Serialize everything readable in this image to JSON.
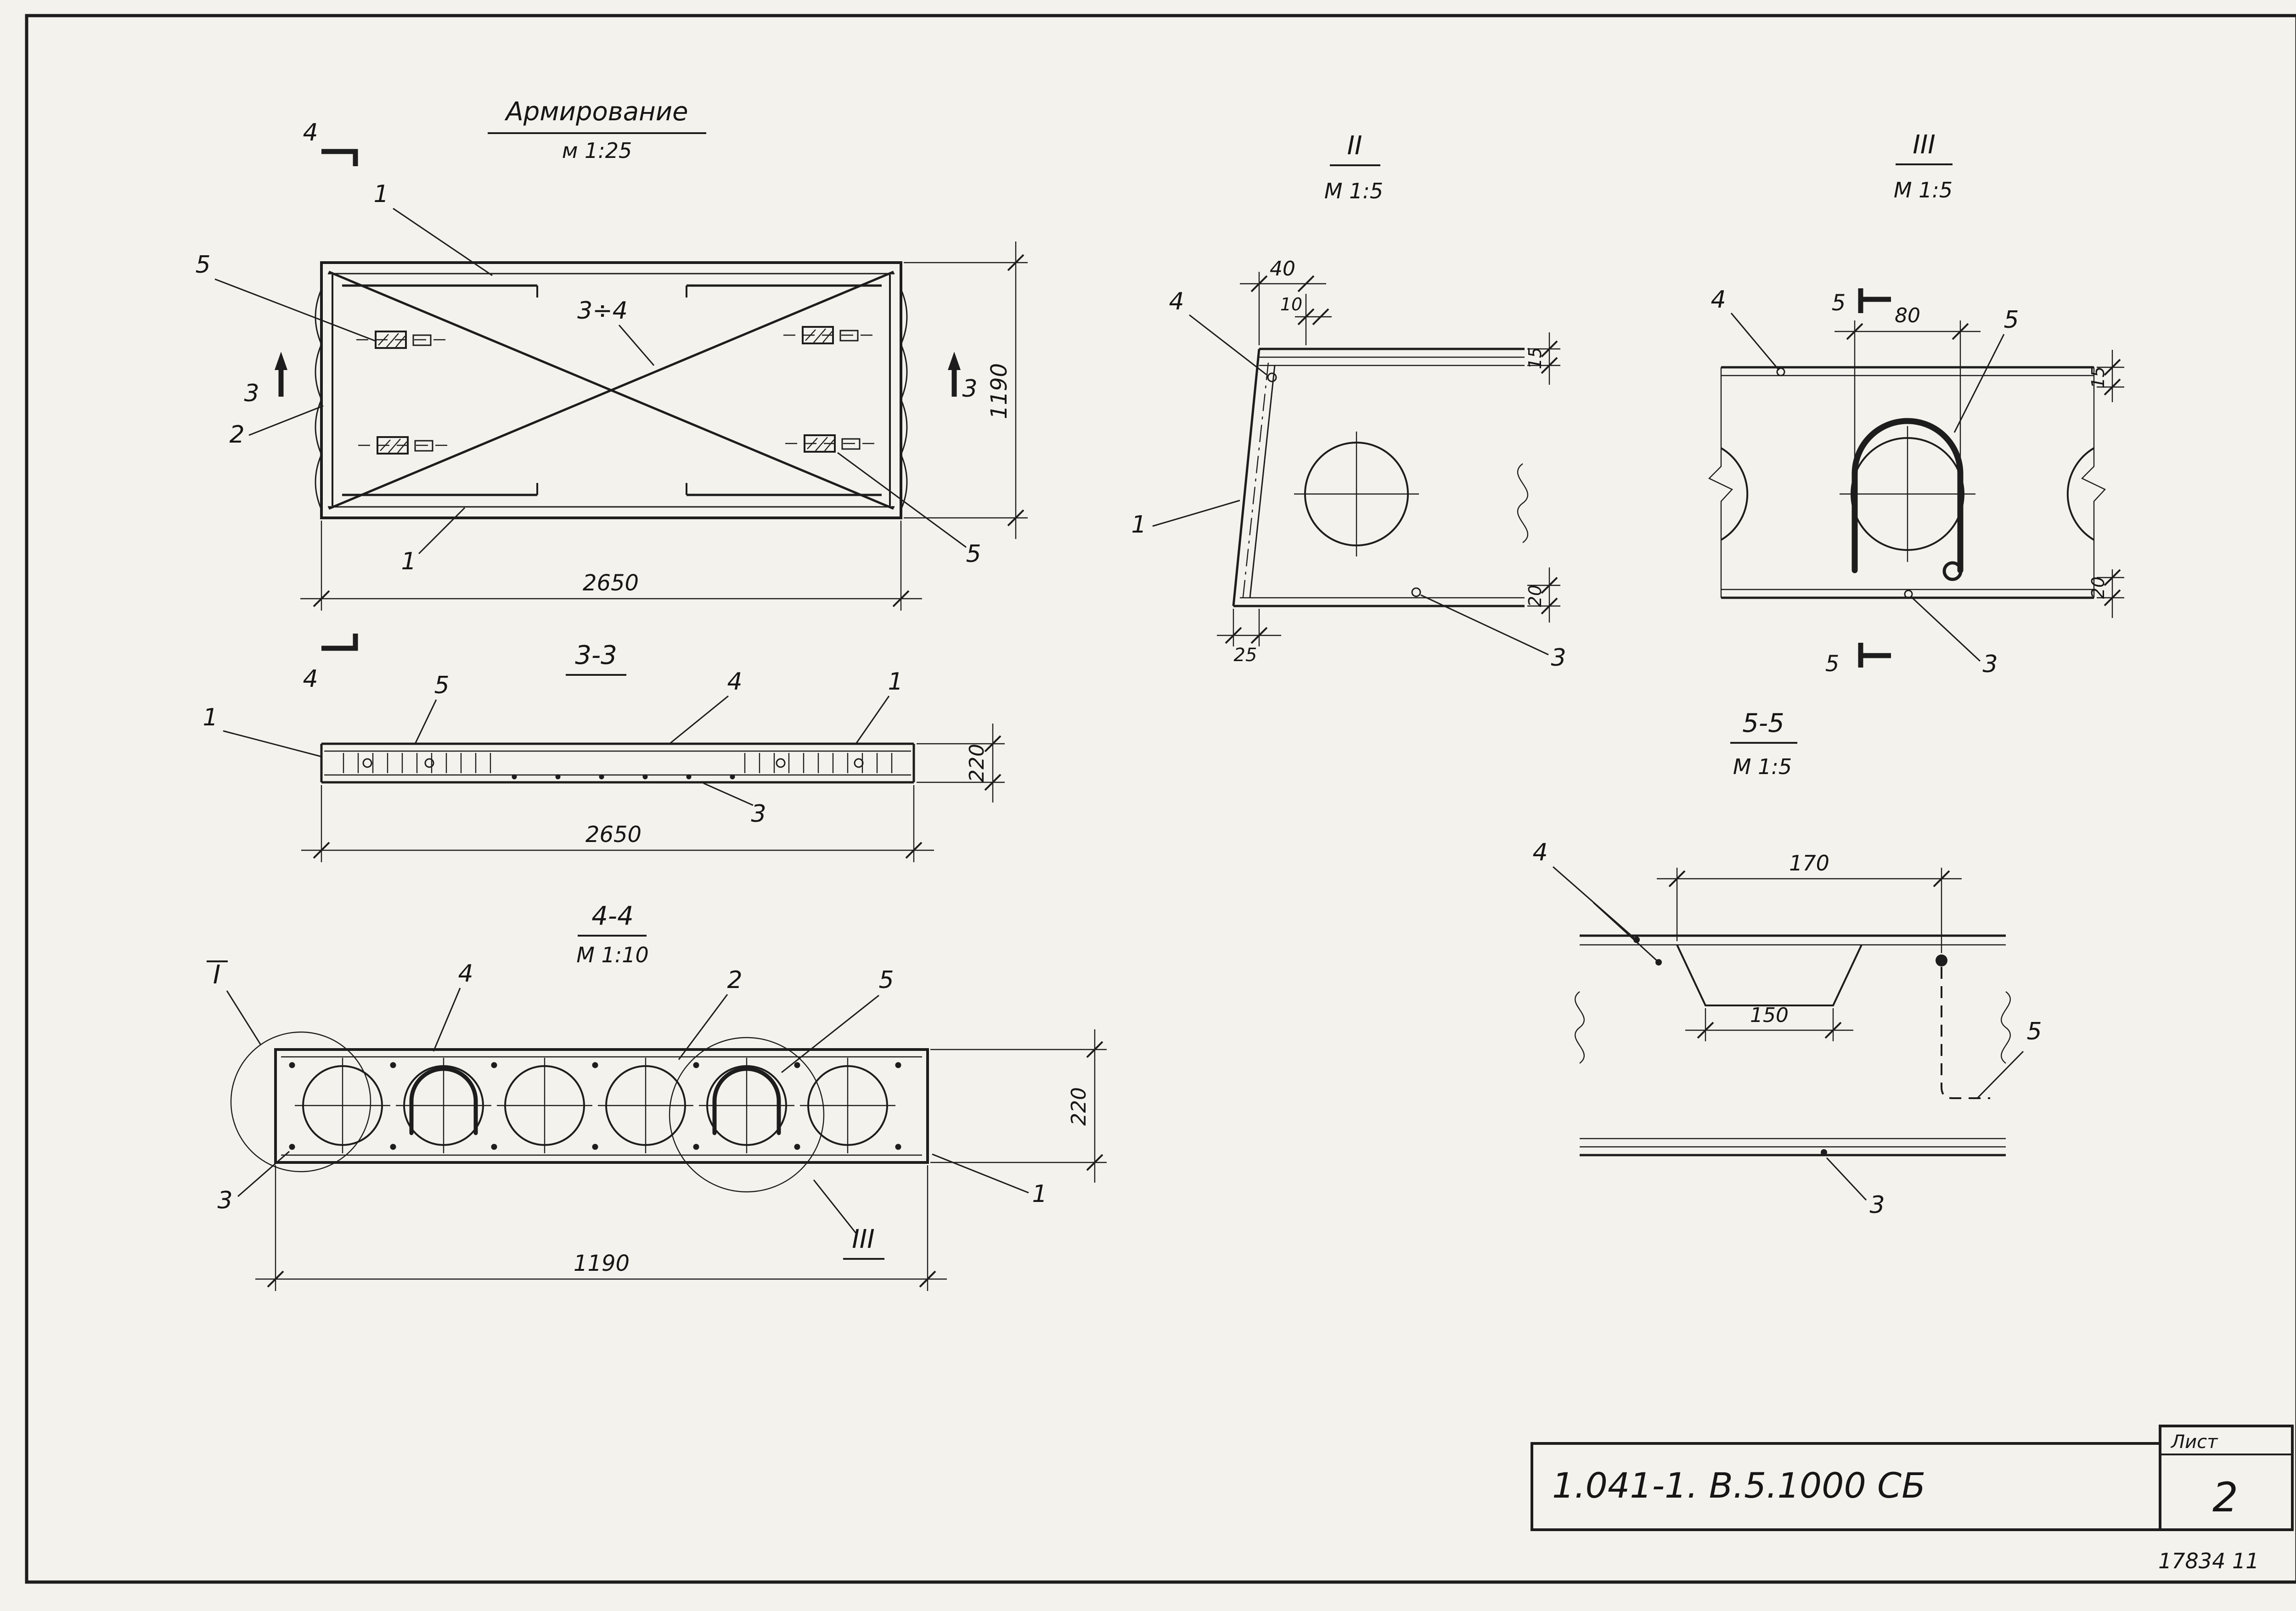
{
  "plan_view": {
    "title": "Армирование",
    "scale": "м 1:25",
    "diag_label": "3÷4",
    "dim_length": "2650",
    "dim_width": "1190",
    "callouts": {
      "bar1_top": "1",
      "plate5_left": "5",
      "bar2_left": "2",
      "bar1_bottom": "1",
      "plate5_right": "5"
    },
    "cuts": {
      "c4_top": "4",
      "c4_bottom": "4",
      "c3_left": "3",
      "c3_right": "3"
    }
  },
  "section_3_3": {
    "title": "3-3",
    "dim_length": "2650",
    "dim_height": "220",
    "callouts": {
      "bar1_left": "1",
      "plate5": "5",
      "bar4": "4",
      "bar1_right": "1",
      "bar3": "3"
    }
  },
  "section_4_4": {
    "title": "4-4",
    "scale": "М 1:10",
    "dim_width": "1190",
    "dim_height": "220",
    "callouts": {
      "detail_I": "I",
      "bar4": "4",
      "bar2": "2",
      "bar5": "5",
      "bar3": "3",
      "bar1": "1",
      "detail_III": "III"
    }
  },
  "detail_II": {
    "title": "II",
    "scale": "М 1:5",
    "dims": {
      "d40": "40",
      "d10": "10",
      "d15": "15",
      "d20": "20",
      "d25": "25"
    },
    "callouts": {
      "bar4": "4",
      "bar1": "1",
      "bar3": "3"
    }
  },
  "detail_III": {
    "title": "III",
    "scale": "М 1:5",
    "dims": {
      "d80": "80",
      "d15": "15",
      "d20": "20"
    },
    "cuts": {
      "c5_top": "5",
      "c5_bottom": "5"
    },
    "callouts": {
      "bar4": "4",
      "bar5": "5",
      "bar3": "3"
    }
  },
  "detail_5_5": {
    "title": "5-5",
    "scale": "М 1:5",
    "dims": {
      "d170": "170",
      "d150": "150"
    },
    "callouts": {
      "bar4": "4",
      "bar5": "5",
      "bar3": "3"
    }
  },
  "title_block": {
    "code": "1.041-1. В.5.1000 СБ",
    "sheet_label": "Лист",
    "sheet_number": "2",
    "inventory_note": "17834    11"
  }
}
